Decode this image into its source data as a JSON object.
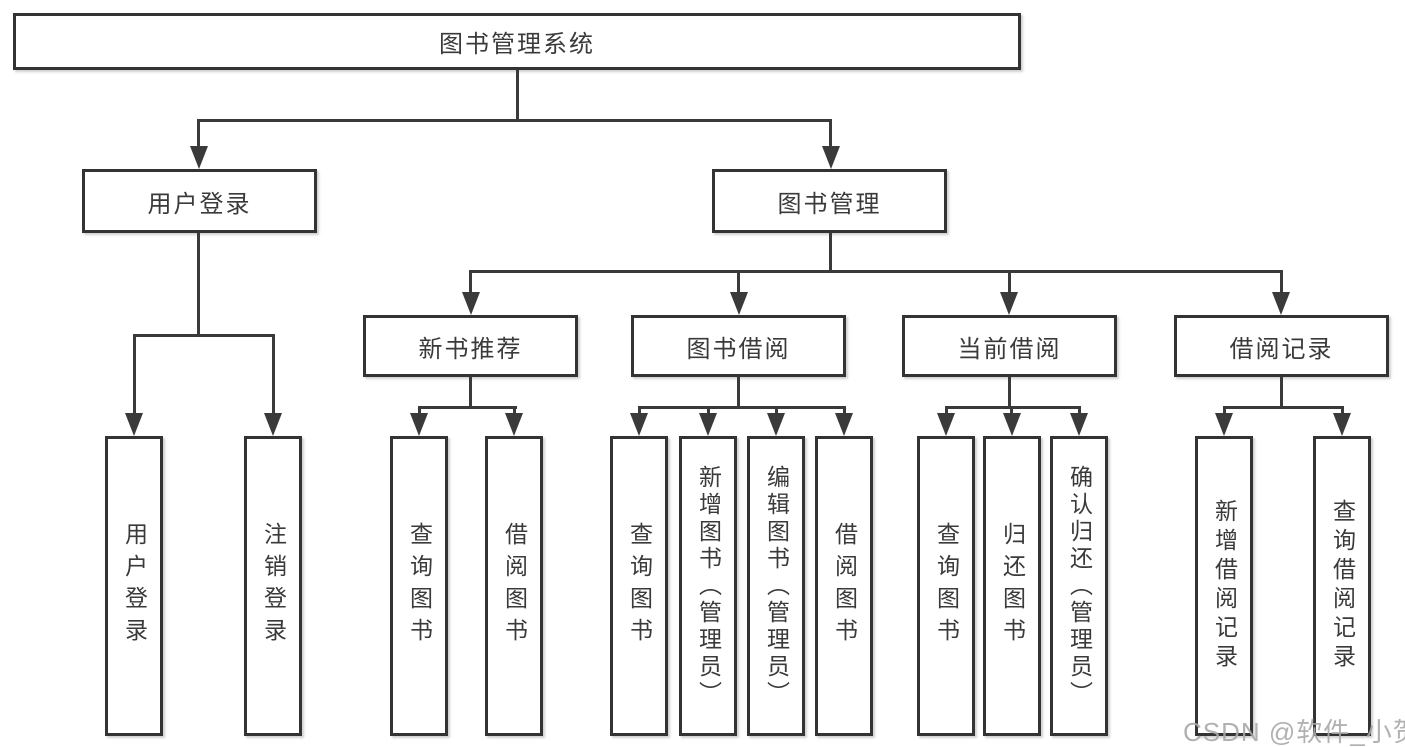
{
  "title": "图书管理系统",
  "level2": [
    "用户登录",
    "图书管理"
  ],
  "level3": [
    "新书推荐",
    "图书借阅",
    "当前借阅",
    "借阅记录"
  ],
  "leaves": [
    "用户登录",
    "注销登录",
    "查询图书",
    "借阅图书",
    "查询图书",
    "新增图书（管理员）",
    "编辑图书（管理员）",
    "借阅图书",
    "查询图书",
    "归还图书",
    "确认归还（管理员）",
    "新增借阅记录",
    "查询借阅记录"
  ],
  "watermark": "CSDN @软件_小贺同学",
  "colors": {
    "line": "#3a3a3a",
    "box_border": "#333333",
    "text": "#3a3a3a",
    "watermark": "#a8a8a8",
    "background": "#ffffff"
  }
}
